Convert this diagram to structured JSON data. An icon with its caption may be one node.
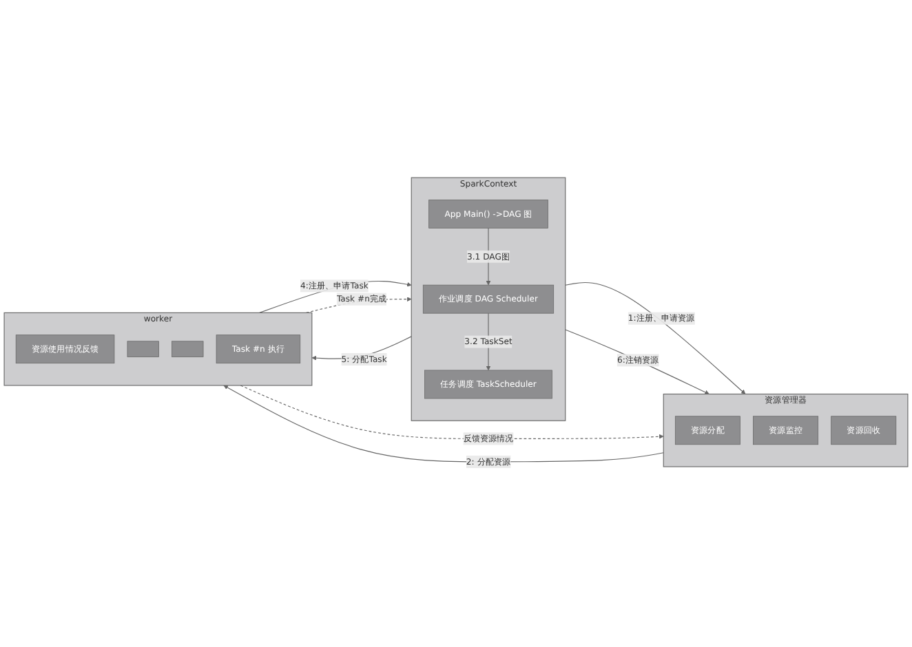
{
  "diagram": {
    "nodes": [
      {
        "text": [
          "SparkContext"
        ]
      },
      {
        "text": [
          "App Main() ->DAG 图"
        ],
        "in": 0
      },
      {
        "text": [
          "作业调度 DAG Scheduler"
        ],
        "in": 0
      },
      {
        "text": [
          "任务调度 TaskScheduler"
        ],
        "in": 0
      },
      {
        "text": [
          "资源管理器"
        ]
      },
      {
        "text": [
          "资源分配"
        ],
        "in": 4
      },
      {
        "text": [
          "资源监控"
        ],
        "in": 4
      },
      {
        "text": [
          "资源回收"
        ],
        "in": 4
      },
      {
        "text": [
          "worker"
        ]
      },
      {
        "text": [
          "资源使用情况反馈"
        ],
        "in": 8
      },
      {
        "text": [],
        "shape": "box",
        "in": 8
      },
      {
        "text": [],
        "shape": "box",
        "in": 8
      },
      {
        "text": [
          "Task #n 执行"
        ],
        "in": 8
      }
    ],
    "edges": [
      {
        "from": 0,
        "to": 4,
        "arrow": "to",
        "label": "1:注册、申请资源"
      },
      {
        "from": 0,
        "to": 4,
        "arrow": "to",
        "label": "6:注销资源"
      },
      {
        "from": 1,
        "to": 2,
        "arrow": "to",
        "label": "3.1 DAG图"
      },
      {
        "from": 2,
        "to": 3,
        "arrow": "to",
        "label": "3.2 TaskSet"
      },
      {
        "from": 8,
        "to": 4,
        "arrow": "to",
        "label": "反馈资源情况",
        "style": "dashed"
      },
      {
        "from": 4,
        "to": 8,
        "arrow": "to",
        "label": "2: 分配资源"
      },
      {
        "from": 8,
        "to": 0,
        "arrow": "to",
        "label": "4:注册、申请Task"
      },
      {
        "from": 0,
        "to": 8,
        "arrow": "to",
        "label": "5: 分配Task"
      },
      {
        "from": 8,
        "to": 0,
        "arrow": "to",
        "label": "Task #n完成",
        "style": "dashed"
      }
    ]
  }
}
